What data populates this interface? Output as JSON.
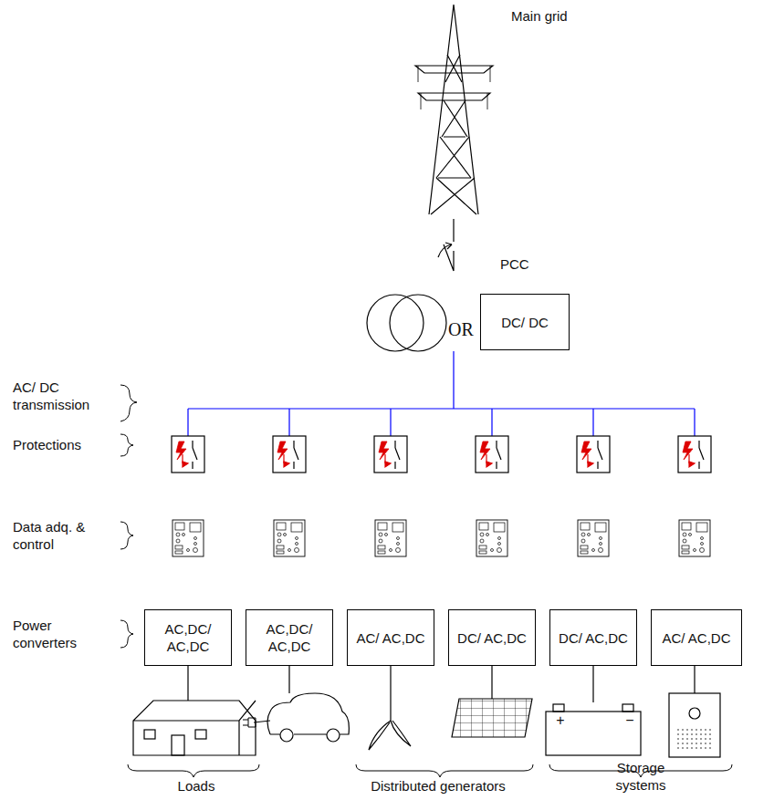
{
  "diagram": {
    "nodes": [
      {
        "text": [
          "DC/ DC"
        ]
      },
      {
        "text": [
          "AC,DC/ AC,DC"
        ]
      },
      {
        "text": [
          "AC,DC/ AC,DC"
        ]
      },
      {
        "text": [
          "AC/ AC,DC"
        ]
      },
      {
        "text": [
          "DC/ AC,DC"
        ]
      },
      {
        "text": [
          "DC/ AC,DC"
        ]
      },
      {
        "text": [
          "AC/ AC,DC"
        ]
      }
    ],
    "labels": [
      "Main grid",
      "PCC",
      "OR",
      "AC/ DC transmission",
      "Protections",
      "Data adq. & control",
      "Power converters",
      "+",
      "−",
      "Loads",
      "Distributed generators",
      "Storage systems"
    ]
  }
}
